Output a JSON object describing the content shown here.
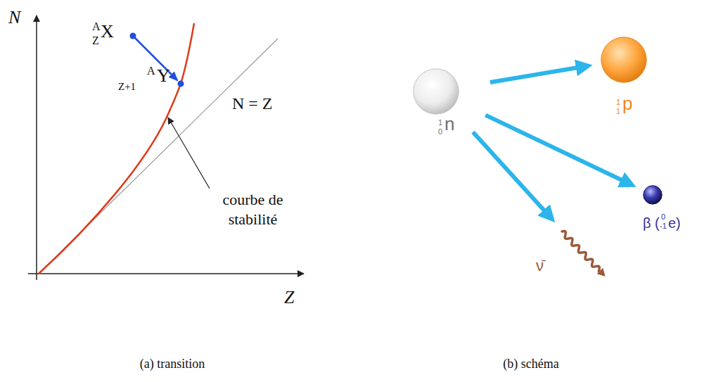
{
  "diagram": {
    "nodes": [
      {
        "text": [
          "1",
          "0",
          "n"
        ]
      },
      {
        "text": [
          "1",
          "1",
          "p"
        ]
      },
      {
        "text": [
          "β (",
          "0",
          "-1",
          "e)"
        ]
      },
      {
        "text": [
          "ν̄"
        ]
      }
    ],
    "edges": [
      {
        "from": 0,
        "to": 1,
        "arrow": "to"
      },
      {
        "from": 0,
        "to": 2,
        "arrow": "to"
      },
      {
        "from": 0,
        "to": 3,
        "arrow": "to"
      }
    ],
    "labels": [
      "N",
      "Z",
      "A",
      "Z",
      "X",
      "A",
      "Z+1",
      "Y",
      "N = Z",
      "courbe de stabilité",
      "(a) transition",
      "(b) schéma"
    ]
  }
}
